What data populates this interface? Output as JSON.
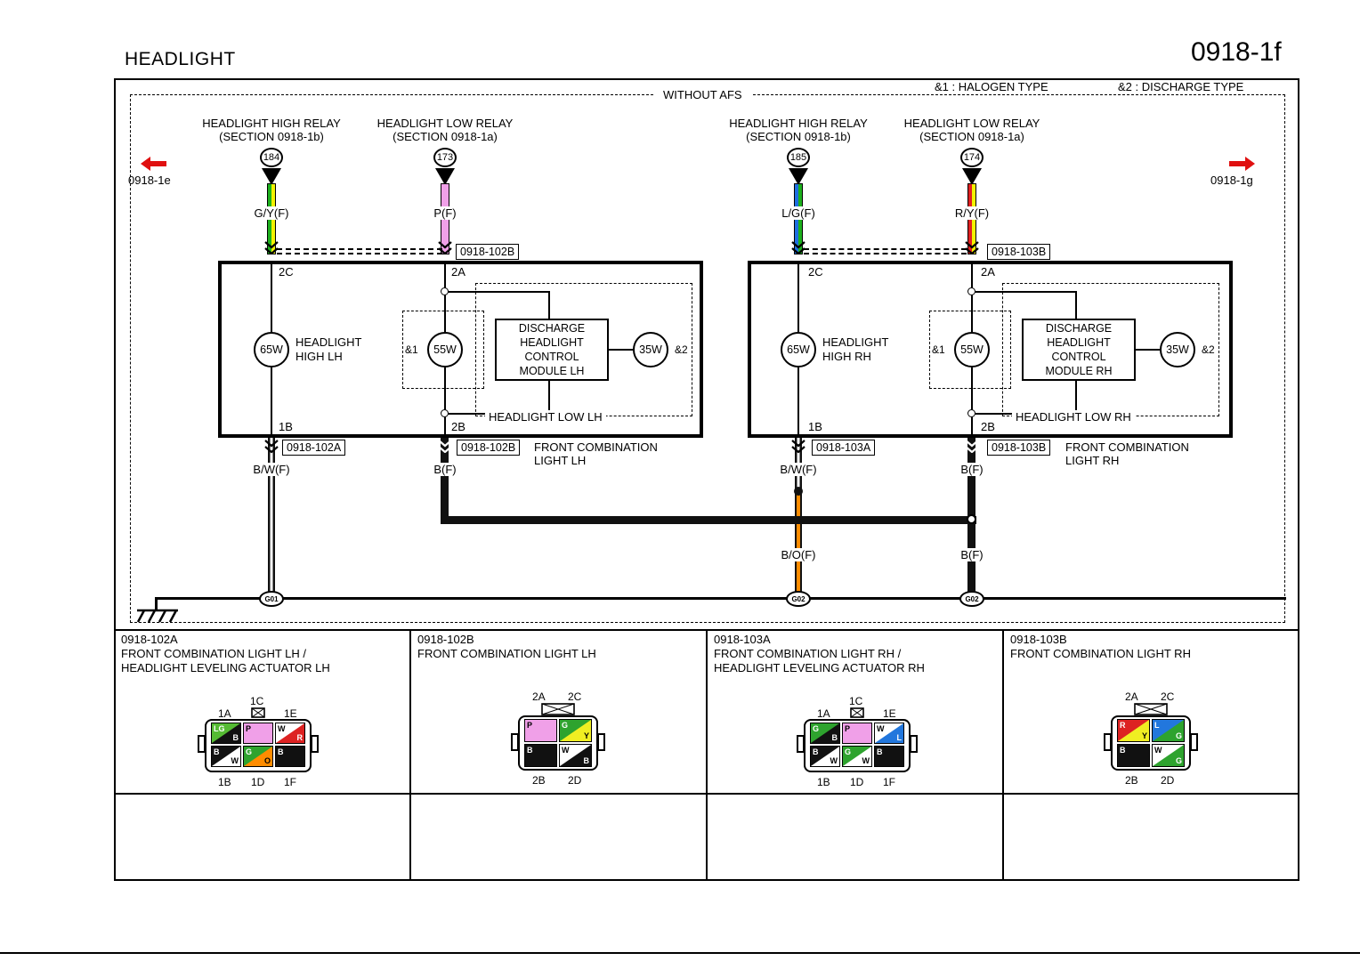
{
  "page": {
    "title": "HEADLIGHT",
    "code": "0918-1f",
    "afs": "WITHOUT AFS",
    "legend1": "&1 : HALOGEN TYPE",
    "legend2": "&2 : DISCHARGE TYPE",
    "nav_left": "0918-1e",
    "nav_right": "0918-1g"
  },
  "relays": [
    {
      "name": "HEADLIGHT HIGH RELAY",
      "section": "(SECTION 0918-1b)",
      "pin": "184",
      "wire": "G/Y(F)"
    },
    {
      "name": "HEADLIGHT LOW RELAY",
      "section": "(SECTION 0918-1a)",
      "pin": "173",
      "wire": "P(F)"
    },
    {
      "name": "HEADLIGHT HIGH RELAY",
      "section": "(SECTION 0918-1b)",
      "pin": "185",
      "wire": "L/G(F)"
    },
    {
      "name": "HEADLIGHT LOW RELAY",
      "section": "(SECTION 0918-1a)",
      "pin": "174",
      "wire": "R/Y(F)"
    }
  ],
  "top_connectors": {
    "left": "0918-102B",
    "right": "0918-103B"
  },
  "units": {
    "left": {
      "pin_tl": "2C",
      "pin_tr": "2A",
      "pin_bl": "1B",
      "pin_br": "2B",
      "bulb_high": "65W",
      "high1": "HEADLIGHT",
      "high2": "HIGH LH",
      "mark1": "&1",
      "bulb_low": "55W",
      "mod1": "DISCHARGE",
      "mod2": "HEADLIGHT",
      "mod3": "CONTROL",
      "mod4": "MODULE LH",
      "bulb_dis": "35W",
      "mark2": "&2",
      "low_label": "HEADLIGHT LOW LH"
    },
    "right": {
      "pin_tl": "2C",
      "pin_tr": "2A",
      "pin_bl": "1B",
      "pin_br": "2B",
      "bulb_high": "65W",
      "high1": "HEADLIGHT",
      "high2": "HIGH RH",
      "mark1": "&1",
      "bulb_low": "55W",
      "mod1": "DISCHARGE",
      "mod2": "HEADLIGHT",
      "mod3": "CONTROL",
      "mod4": "MODULE RH",
      "bulb_dis": "35W",
      "mark2": "&2",
      "low_label": "HEADLIGHT LOW RH"
    }
  },
  "lower": {
    "l102a": "0918-102A",
    "l102b": "0918-102B",
    "lh1": "FRONT COMBINATION",
    "lh2": "LIGHT LH",
    "l103a": "0918-103A",
    "l103b": "0918-103B",
    "rh1": "FRONT COMBINATION",
    "rh2": "LIGHT RH",
    "w_bw_l": "B/W(F)",
    "w_b_l": "B(F)",
    "w_bw_r": "B/W(F)",
    "w_b_r": "B(F)",
    "w_bo": "B/O(F)",
    "w_b_r2": "B(F)",
    "g01": "G01",
    "g02a": "G02",
    "g02b": "G02"
  },
  "table": {
    "cells": [
      {
        "id": "0918-102A",
        "line1": "FRONT COMBINATION LIGHT LH /",
        "line2": "HEADLIGHT LEVELING ACTUATOR LH",
        "top": [
          "1A",
          "1C",
          "1E"
        ],
        "bottom": [
          "1B",
          "1D",
          "1F"
        ],
        "pins": [
          {
            "t1": "LG",
            "bg": "#55bb33",
            "t2": "B",
            "bg2": "#111111"
          },
          {
            "t1": "P",
            "bg": "#f0a0e8"
          },
          {
            "t1": "W",
            "bg": "#ffffff",
            "t2": "R",
            "bg2": "#dd2222"
          },
          {
            "t1": "B",
            "bg": "#111111",
            "t2": "W",
            "bg2": "#ffffff"
          },
          {
            "t1": "G",
            "bg": "#2ea32e",
            "t2": "O",
            "bg2": "#ff8c00"
          },
          {
            "t1": "B",
            "bg": "#111111"
          }
        ]
      },
      {
        "id": "0918-102B",
        "line1": "FRONT COMBINATION LIGHT LH",
        "top": [
          "2A",
          "2C"
        ],
        "bottom": [
          "2B",
          "2D"
        ],
        "pins": [
          {
            "t1": "P",
            "bg": "#f0a0e8"
          },
          {
            "t1": "G",
            "bg": "#2ea32e",
            "t2": "Y",
            "bg2": "#f0ee22"
          },
          {
            "t1": "B",
            "bg": "#111111"
          },
          {
            "t1": "W",
            "bg": "#ffffff",
            "t2": "B",
            "bg2": "#111111"
          }
        ]
      },
      {
        "id": "0918-103A",
        "line1": "FRONT COMBINATION LIGHT RH /",
        "line2": "HEADLIGHT LEVELING ACTUATOR RH",
        "top": [
          "1A",
          "1C",
          "1E"
        ],
        "bottom": [
          "1B",
          "1D",
          "1F"
        ],
        "pins": [
          {
            "t1": "G",
            "bg": "#2ea32e",
            "t2": "B",
            "bg2": "#111111"
          },
          {
            "t1": "P",
            "bg": "#f0a0e8"
          },
          {
            "t1": "W",
            "bg": "#ffffff",
            "t2": "L",
            "bg2": "#2277dd"
          },
          {
            "t1": "B",
            "bg": "#111111",
            "t2": "W",
            "bg2": "#ffffff"
          },
          {
            "t1": "G",
            "bg": "#2ea32e",
            "t2": "W",
            "bg2": "#ffffff"
          },
          {
            "t1": "B",
            "bg": "#111111"
          }
        ]
      },
      {
        "id": "0918-103B",
        "line1": "FRONT COMBINATION LIGHT RH",
        "top": [
          "2A",
          "2C"
        ],
        "bottom": [
          "2B",
          "2D"
        ],
        "pins": [
          {
            "t1": "R",
            "bg": "#dd2222",
            "t2": "Y",
            "bg2": "#f0ee22"
          },
          {
            "t1": "L",
            "bg": "#2277dd",
            "t2": "G",
            "bg2": "#2ea32e"
          },
          {
            "t1": "B",
            "bg": "#111111"
          },
          {
            "t1": "W",
            "bg": "#ffffff",
            "t2": "G",
            "bg2": "#2ea32e"
          }
        ]
      }
    ]
  },
  "colors": {
    "green": "#2ea32e",
    "light_green": "#55bb33",
    "yellow": "#f0ee22",
    "pink": "#f0a0e8",
    "blue": "#2277dd",
    "red": "#dd2222",
    "orange": "#ff8c00",
    "black": "#111111",
    "white": "#ffffff",
    "nav_arrow_red": "#e01010"
  }
}
